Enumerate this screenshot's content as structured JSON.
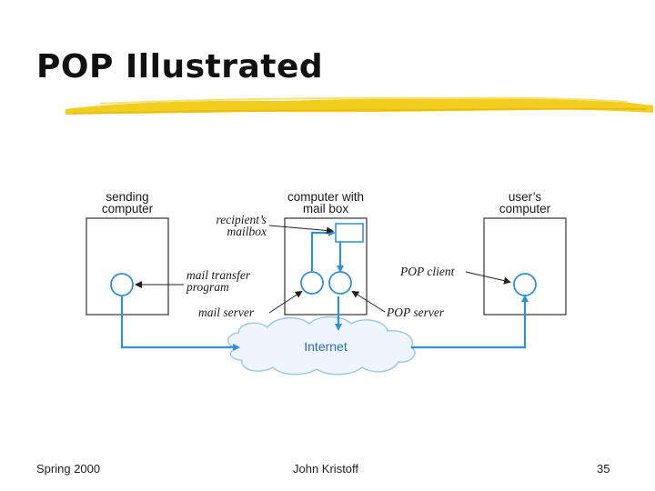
{
  "slide": {
    "title": "POP Illustrated"
  },
  "diagram": {
    "sending_line1": "sending",
    "sending_line2": "computer",
    "mailbox_computer_line1": "computer with",
    "mailbox_computer_line2": "mail box",
    "users_line1": "user’s",
    "users_line2": "computer",
    "recipients_line1": "recipient’s",
    "recipients_line2": "mailbox",
    "mail_transfer_line1": "mail transfer",
    "mail_transfer_line2": "program",
    "mail_server": "mail server",
    "pop_client": "POP client",
    "pop_server": "POP server",
    "internet": "Internet"
  },
  "colors": {
    "accent_blue": "#2f8fd8",
    "rule_yellow": "#f2cf1f"
  },
  "footer": {
    "left": "Spring 2000",
    "center": "John Kristoff",
    "right": "35"
  }
}
